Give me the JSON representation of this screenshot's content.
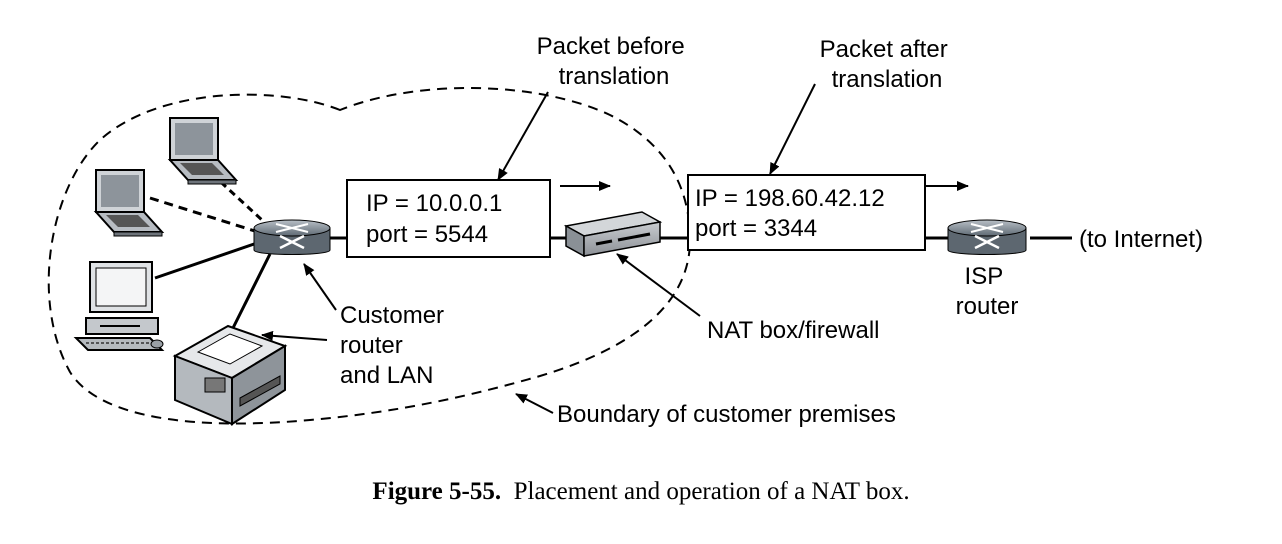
{
  "diagram": {
    "packet_before": {
      "callout": [
        "Packet before",
        "translation"
      ],
      "ip_line": "IP = 10.0.0.1",
      "port_line": "port = 5544"
    },
    "packet_after": {
      "callout": [
        "Packet after",
        "translation"
      ],
      "ip_line": "IP = 198.60.42.12",
      "port_line": "port = 3344"
    },
    "customer_router_label": [
      "Customer",
      "router",
      "and LAN"
    ],
    "nat_label": "NAT box/firewall",
    "isp_router_label": [
      "ISP",
      "router"
    ],
    "internet_label": "(to Internet)",
    "boundary_label": "Boundary of customer premises"
  },
  "caption": {
    "number": "Figure 5-55.",
    "text": "Placement and operation of a NAT box."
  },
  "icons": [
    "laptop-icon",
    "laptop-icon",
    "desktop-computer-icon",
    "printer-icon",
    "router-icon",
    "nat-box-icon",
    "router-icon"
  ]
}
